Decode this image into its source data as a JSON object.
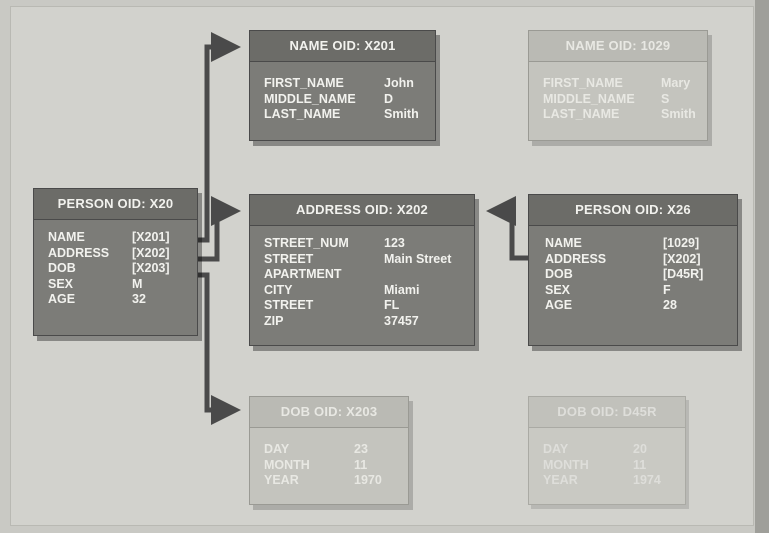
{
  "boxes": {
    "person_x20": {
      "title": "PERSON OID: X20",
      "rows": [
        {
          "key": "NAME",
          "value": "[X201]"
        },
        {
          "key": "ADDRESS",
          "value": "[X202]"
        },
        {
          "key": "DOB",
          "value": "[X203]"
        },
        {
          "key": "SEX",
          "value": "M"
        },
        {
          "key": "AGE",
          "value": "32"
        }
      ]
    },
    "name_x201": {
      "title": "NAME OID: X201",
      "rows": [
        {
          "key": "FIRST_NAME",
          "value": "John"
        },
        {
          "key": "MIDDLE_NAME",
          "value": "D"
        },
        {
          "key": "LAST_NAME",
          "value": "Smith"
        }
      ]
    },
    "address_x202": {
      "title": "ADDRESS OID: X202",
      "rows": [
        {
          "key": "STREET_NUM",
          "value": "123"
        },
        {
          "key": "STREET",
          "value": "Main Street"
        },
        {
          "key": "APARTMENT",
          "value": ""
        },
        {
          "key": "CITY",
          "value": "Miami"
        },
        {
          "key": "STREET",
          "value": "FL"
        },
        {
          "key": "ZIP",
          "value": "37457"
        }
      ]
    },
    "dob_x203": {
      "title": "DOB OID: X203",
      "rows": [
        {
          "key": "DAY",
          "value": "23"
        },
        {
          "key": "MONTH",
          "value": "11"
        },
        {
          "key": "YEAR",
          "value": "1970"
        }
      ]
    },
    "name_1029": {
      "title": "NAME OID: 1029",
      "rows": [
        {
          "key": "FIRST_NAME",
          "value": "Mary"
        },
        {
          "key": "MIDDLE_NAME",
          "value": "S"
        },
        {
          "key": "LAST_NAME",
          "value": "Smith"
        }
      ]
    },
    "person_x26": {
      "title": "PERSON OID: X26",
      "rows": [
        {
          "key": "NAME",
          "value": "[1029]"
        },
        {
          "key": "ADDRESS",
          "value": "[X202]"
        },
        {
          "key": "DOB",
          "value": "[D45R]"
        },
        {
          "key": "SEX",
          "value": "F"
        },
        {
          "key": "AGE",
          "value": "28"
        }
      ]
    },
    "dob_d45r": {
      "title": "DOB OID: D45R",
      "rows": [
        {
          "key": "DAY",
          "value": "20"
        },
        {
          "key": "MONTH",
          "value": "11"
        },
        {
          "key": "YEAR",
          "value": "1974"
        }
      ]
    }
  },
  "colors": {
    "arrow": "#4a4a4a",
    "dark_box": "#7c7c78",
    "mid_box": "#a3a39f",
    "light_box": "#c4c4be",
    "background": "#d2d2cd"
  }
}
